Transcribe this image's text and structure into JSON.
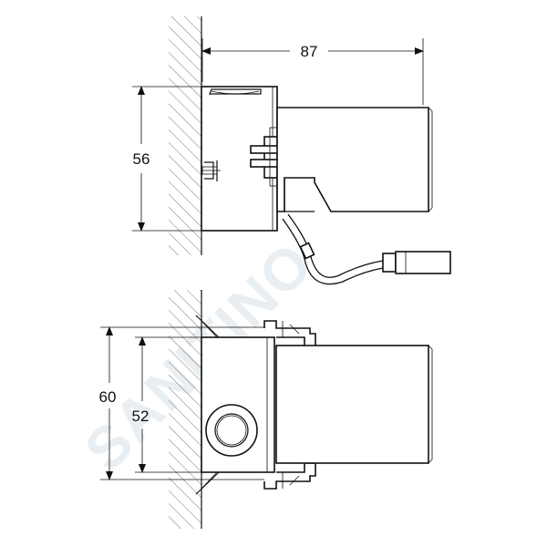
{
  "watermark": {
    "text": "SANITINO"
  },
  "side_view": {
    "dim_width_label": "87",
    "dim_height_label": "56"
  },
  "front_view": {
    "dim_outer_height_label": "60",
    "dim_inner_height_label": "52"
  }
}
